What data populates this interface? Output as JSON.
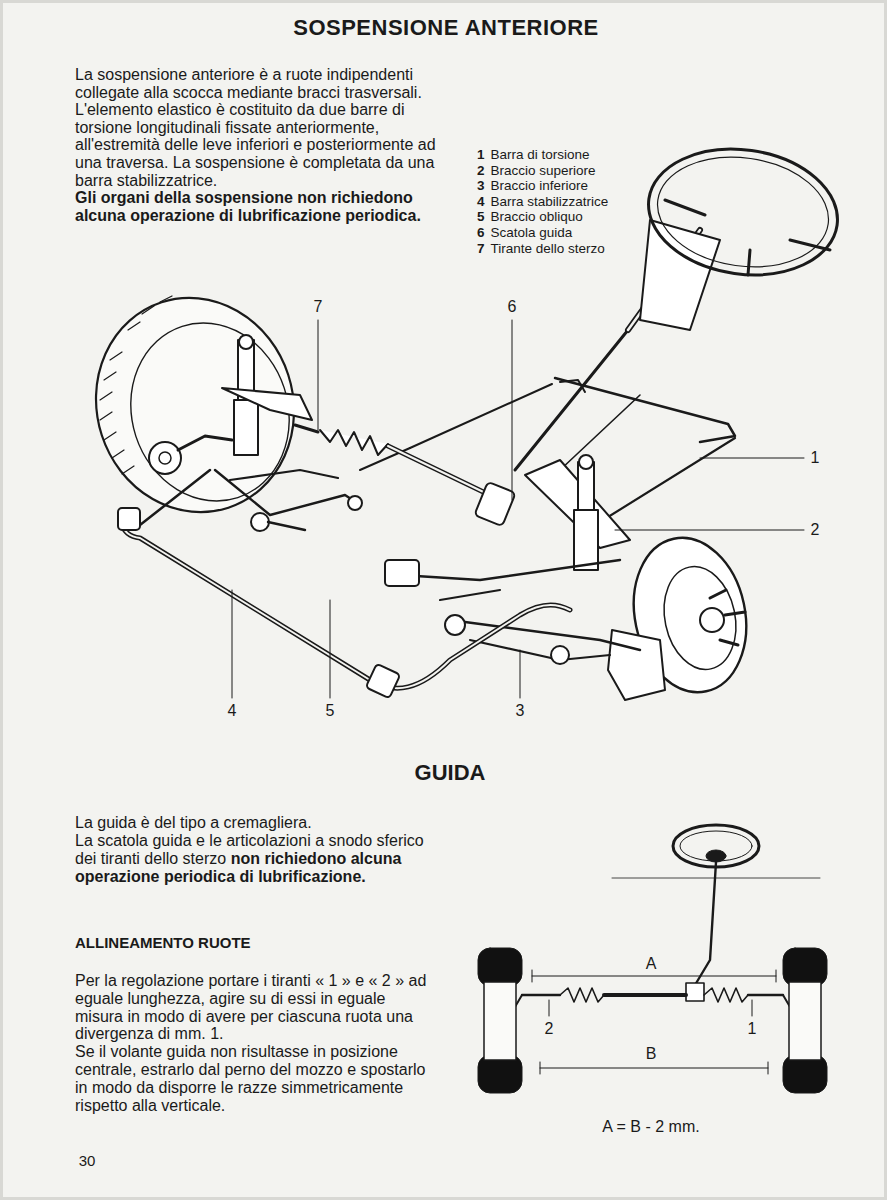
{
  "diagram": {
    "title": "SOSPENSIONE ANTERIORE",
    "labels": [
      "La sospensione anteriore è a ruote indipendenti collegate alla scocca mediante bracci trasversali. L'elemento elastico è costituito da due barre di torsione longitudinali fissate anteriormente, all'estremità delle leve inferiori e posteriormente ad una traversa. La sospensione è completata da una barra stabilizzatrice.",
      "Gli organi della sospensione non richiedono alcuna operazione di lubrificazione periodica.",
      "1",
      "Barra di torsione",
      "2",
      "Braccio superiore",
      "3",
      "Braccio inferiore",
      "4",
      "Barra stabilizzatrice",
      "5",
      "Braccio obliquo",
      "6",
      "Scatola guida",
      "7",
      "Tirante dello sterzo",
      "7",
      "6",
      "1",
      "2",
      "4",
      "5",
      "3",
      "GUIDA",
      "La guida è del tipo a cremagliera.",
      "La scatola guida e le articolazioni a snodo sferico dei tiranti dello sterzo",
      "non richiedono alcuna operazione periodica di lubrificazione.",
      "ALLINEAMENTO RUOTE",
      "Per la regolazione portare i tiranti « 1 » e « 2 » ad eguale lunghezza, agire su di essi in eguale misura in modo di avere per ciascuna ruota una divergenza di mm. 1.",
      "Se il volante guida non risultasse in posizione centrale, estrarlo dal perno del mozzo e spostarlo in modo da disporre le razze simmetricamente rispetto alla verticale.",
      "A",
      "B",
      "2",
      "1",
      "A = B - 2 mm.",
      "30"
    ]
  }
}
